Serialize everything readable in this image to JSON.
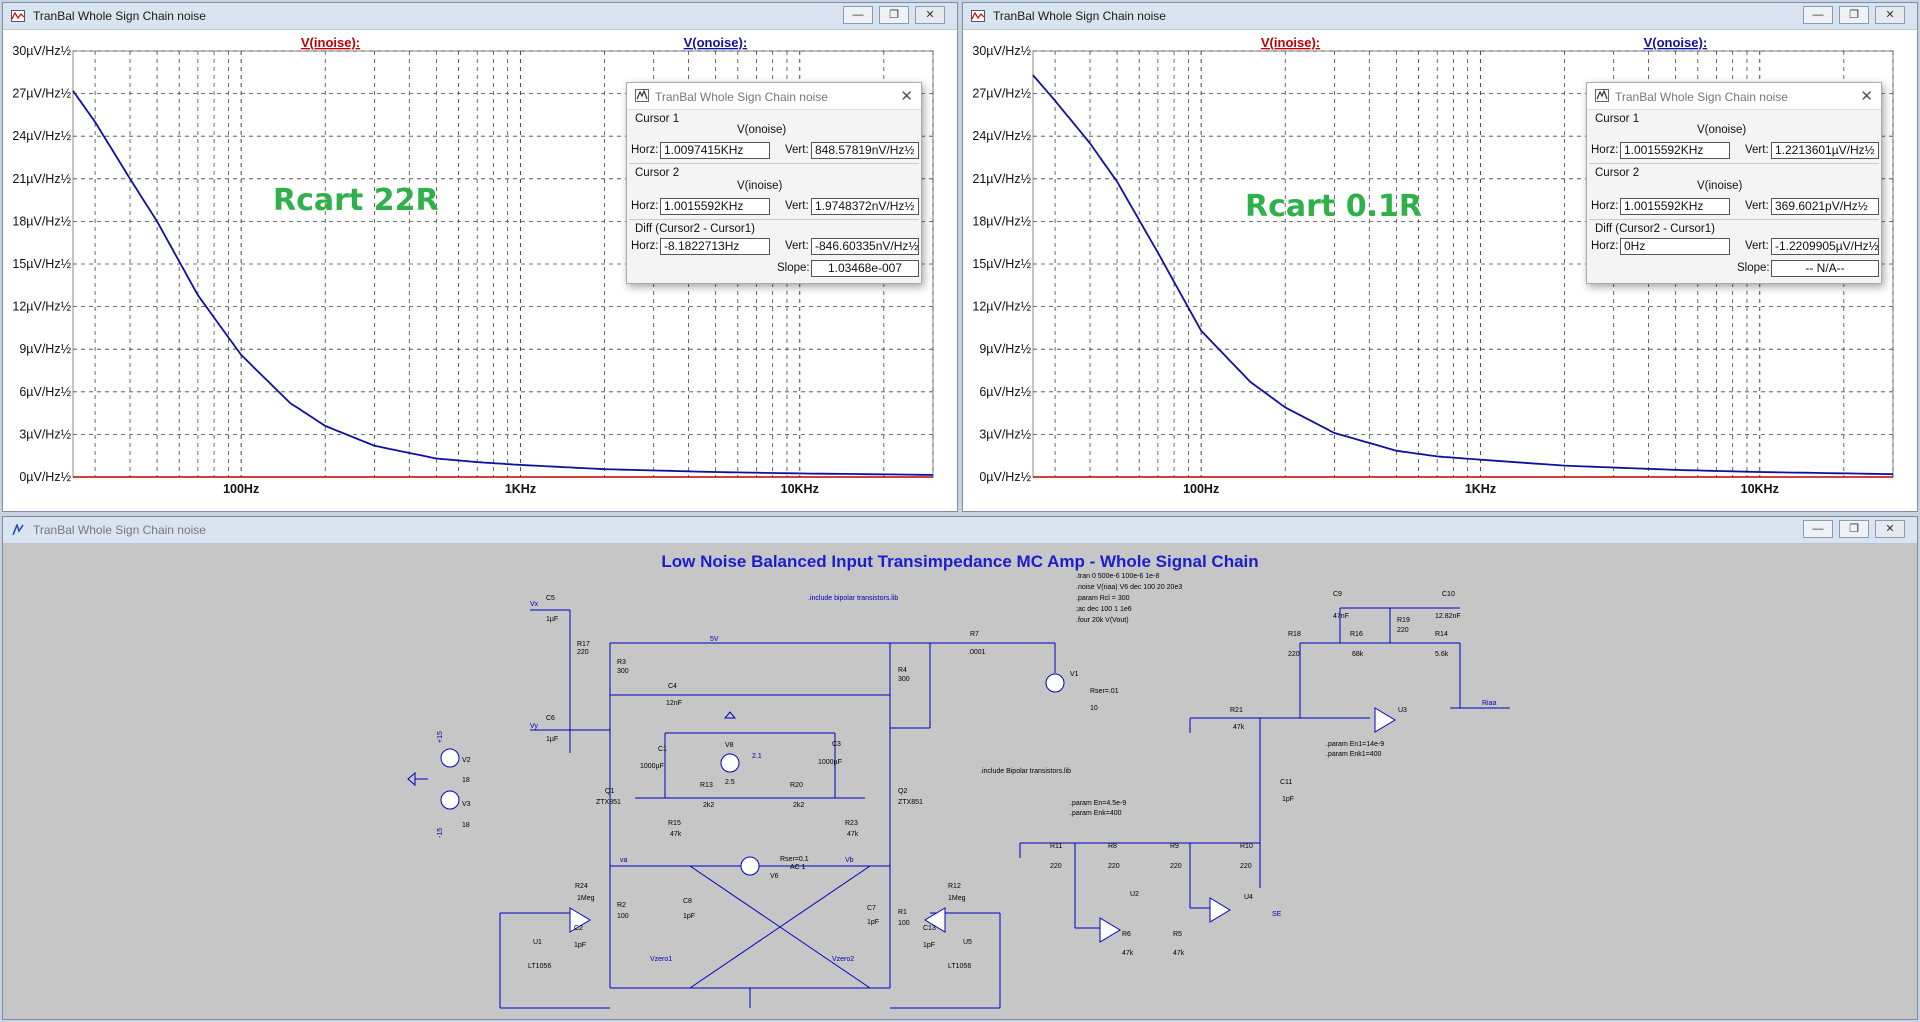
{
  "plot_left": {
    "window_title": "TranBal Whole Sign Chain noise",
    "trace_label_1": "V(inoise):",
    "trace_label_2": "V(onoise):",
    "y_ticks": [
      "30µV/Hz½",
      "27µV/Hz½",
      "24µV/Hz½",
      "21µV/Hz½",
      "18µV/Hz½",
      "15µV/Hz½",
      "12µV/Hz½",
      "9µV/Hz½",
      "6µV/Hz½",
      "3µV/Hz½",
      "0µV/Hz½"
    ],
    "x_ticks": [
      "100Hz",
      "1KHz",
      "10KHz"
    ],
    "annotation": "Rcart 22R",
    "cursor_dialog": {
      "title": "TranBal Whole Sign Chain noise",
      "cursor1_label": "Cursor 1",
      "cursor1_trace": "V(onoise)",
      "cursor1_horz": "1.0097415KHz",
      "cursor1_vert": "848.57819nV/Hz½",
      "cursor2_label": "Cursor 2",
      "cursor2_trace": "V(inoise)",
      "cursor2_horz": "1.0015592KHz",
      "cursor2_vert": "1.9748372nV/Hz½",
      "diff_label": "Diff (Cursor2 - Cursor1)",
      "diff_horz": "-8.1822713Hz",
      "diff_vert": "-846.60335nV/Hz½",
      "slope": "1.03468e-007",
      "horz_label": "Horz:",
      "vert_label": "Vert:",
      "slope_label": "Slope:"
    }
  },
  "plot_right": {
    "window_title": "TranBal Whole Sign Chain noise",
    "trace_label_1": "V(inoise):",
    "trace_label_2": "V(onoise):",
    "y_ticks": [
      "30µV/Hz½",
      "27µV/Hz½",
      "24µV/Hz½",
      "21µV/Hz½",
      "18µV/Hz½",
      "15µV/Hz½",
      "12µV/Hz½",
      "9µV/Hz½",
      "6µV/Hz½",
      "3µV/Hz½",
      "0µV/Hz½"
    ],
    "x_ticks": [
      "100Hz",
      "1KHz",
      "10KHz"
    ],
    "annotation": "Rcart  0.1R",
    "cursor_dialog": {
      "title": "TranBal Whole Sign Chain noise",
      "cursor1_label": "Cursor 1",
      "cursor1_trace": "V(onoise)",
      "cursor1_horz": "1.0015592KHz",
      "cursor1_vert": "1.2213601µV/Hz½",
      "cursor2_label": "Cursor 2",
      "cursor2_trace": "V(inoise)",
      "cursor2_horz": "1.0015592KHz",
      "cursor2_vert": "369.6021pV/Hz½",
      "diff_label": "Diff (Cursor2 - Cursor1)",
      "diff_horz": "0Hz",
      "diff_vert": "-1.2209905µV/Hz½",
      "slope": "-- N/A--",
      "horz_label": "Horz:",
      "vert_label": "Vert:",
      "slope_label": "Slope:"
    }
  },
  "chart_data": [
    {
      "type": "line",
      "x_scale": "log",
      "xlim": [
        25,
        30000
      ],
      "ylim": [
        0,
        30
      ],
      "ylabel_unit": "µV/Hz½",
      "series": [
        {
          "name": "V(onoise)",
          "color": "#1010a0",
          "x": [
            25,
            30,
            40,
            50,
            70,
            100,
            150,
            200,
            300,
            500,
            700,
            1000,
            2000,
            5000,
            10000,
            30000
          ],
          "y": [
            27.2,
            25.0,
            21.0,
            18.0,
            12.8,
            8.6,
            5.2,
            3.6,
            2.2,
            1.3,
            1.05,
            0.85,
            0.55,
            0.35,
            0.25,
            0.15
          ]
        },
        {
          "name": "V(inoise)",
          "color": "#c00000",
          "x": [
            25,
            30000
          ],
          "y": [
            0.0,
            0.0
          ]
        }
      ]
    },
    {
      "type": "line",
      "x_scale": "log",
      "xlim": [
        25,
        30000
      ],
      "ylim": [
        0,
        30
      ],
      "ylabel_unit": "µV/Hz½",
      "series": [
        {
          "name": "V(onoise)",
          "color": "#1010a0",
          "x": [
            25,
            30,
            40,
            50,
            70,
            100,
            150,
            200,
            300,
            500,
            700,
            1000,
            2000,
            5000,
            10000,
            30000
          ],
          "y": [
            28.3,
            26.5,
            23.5,
            20.8,
            15.8,
            10.3,
            6.7,
            4.9,
            3.1,
            1.85,
            1.45,
            1.22,
            0.8,
            0.5,
            0.35,
            0.2
          ]
        },
        {
          "name": "V(inoise)",
          "color": "#c00000",
          "x": [
            25,
            30000
          ],
          "y": [
            0.0,
            0.0
          ]
        }
      ]
    }
  ],
  "schematic": {
    "window_title": "TranBal Whole Sign Chain noise",
    "title": "Low Noise Balanced Input Transimpedance MC Amp - Whole Signal Chain",
    "directives": [
      ".tran 0 500e-6 100e-6 1e-8",
      ".noise V(riaa) V6 dec 100 20 20e3",
      ".param Rcl = 300",
      ";ac dec 100 1 1e6",
      ".four 20k V(Vout)"
    ],
    "include_1": ".include bipolar transistors.lib",
    "include_2": ".include Bipolar transistors.lib",
    "params_1": [
      ".param En=4.5e-9",
      ".param Enk=400"
    ],
    "params_2": [
      ".param En1=14e-9",
      ".param Enk1=400"
    ],
    "labels": {
      "C5": "C5",
      "C5v": "1µF",
      "R17": "R17",
      "R17v": "220",
      "R3": "R3",
      "R3v": "300",
      "C4": "C4",
      "C4v": "12nF",
      "R7": "R7",
      "R7v": ".0001",
      "R4": "R4",
      "R4v": "300",
      "V1": "V1",
      "V1s": "Rser=.01",
      "V1v": "10",
      "C6": "C6",
      "C6v": "1µF",
      "C1": "C1",
      "C1v": "1000µF",
      "V8": "V8",
      "V8v": "2.5",
      "V8n": "2.1",
      "C3": "C3",
      "C3v": "1000µF",
      "Q1": "Q1",
      "Q1m": "ZTX851",
      "Q2": "Q2",
      "Q2m": "ZTX851",
      "R13": "R13",
      "R13v": "2k2",
      "R20": "R20",
      "R20v": "2k2",
      "R15": "R15",
      "R15v": "47k",
      "R23": "R23",
      "R23v": "47k",
      "V6": "V6",
      "V6s": "Rser=0.1",
      "V6a": "AC 1",
      "va": "va",
      "vb": "Vb",
      "R24": "R24",
      "R24v": "1Meg",
      "R2": "R2",
      "R2v": "100",
      "C8": "C8",
      "C8v": "1pF",
      "C7": "C7",
      "C7v": "1pF",
      "R1": "R1",
      "R1v": "100",
      "R12": "R12",
      "R12v": "1Meg",
      "C2": "C2",
      "C2v": "1pF",
      "C13": "C13",
      "C13v": "1pF",
      "U1": "U1",
      "U1m": "LT1056",
      "U5": "U5",
      "U5m": "LT1056",
      "vzero1": "Vzero1",
      "vzero2": "Vzero2",
      "V2": "V2",
      "V2v": "18",
      "V3": "V3",
      "V3v": "18",
      "vx": "Vx",
      "vy": "Vy",
      "p15": "+15",
      "m15": "-15",
      "v5": "5V",
      "C9": "C9",
      "C9v": "47nF",
      "C10": "C10",
      "C10v": "12.82nF",
      "R18": "R18",
      "R18v": "220",
      "R16": "R16",
      "R16v": "68k",
      "R19": "R19",
      "R19v": "220",
      "R14": "R14",
      "R14v": "5.6k",
      "U3": "U3",
      "riaa": "Riaa",
      "R21": "R21",
      "R21v": "47k",
      "C11": "C11",
      "C11v": "1pF",
      "R11": "R11",
      "R11v": "220",
      "R8": "R8",
      "R8v": "220",
      "R9": "R9",
      "R9v": "220",
      "R10": "R10",
      "R10v": "220",
      "U2": "U2",
      "U4": "U4",
      "R6": "R6",
      "R6v": "47k",
      "R5": "R5",
      "R5v": "47k",
      "se": "SE"
    }
  }
}
